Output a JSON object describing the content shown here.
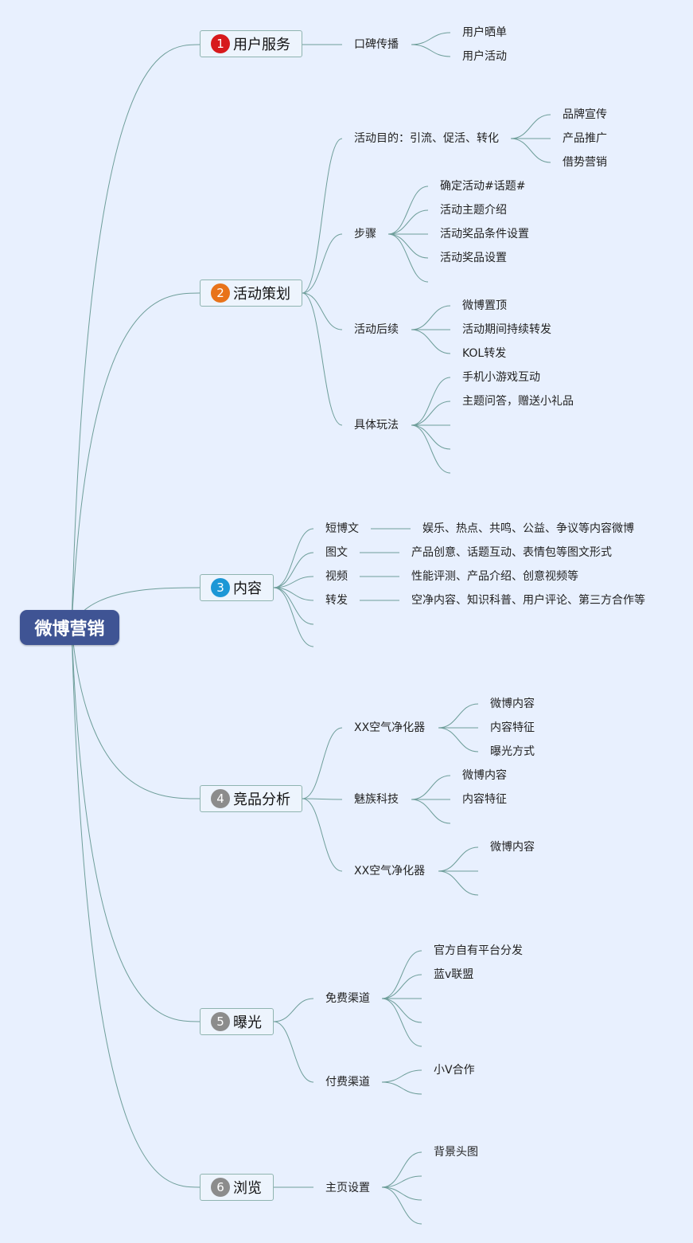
{
  "root": "微博营销",
  "colors": {
    "root_bg": "#3f5494",
    "line": "#6e9e9a",
    "badge_1": "#d7191c",
    "badge_2": "#e8731a",
    "badge_3": "#1d97d6",
    "badge_gray": "#8c8c8c"
  },
  "branches": [
    {
      "num": "1",
      "label": "用户服务"
    },
    {
      "num": "2",
      "label": "活动策划"
    },
    {
      "num": "3",
      "label": "内容"
    },
    {
      "num": "4",
      "label": "竞品分析"
    },
    {
      "num": "5",
      "label": "曝光"
    },
    {
      "num": "6",
      "label": "浏览"
    }
  ],
  "b1": {
    "word_of_mouth": "口碑传播",
    "items": [
      "用户晒单",
      "用户活动"
    ]
  },
  "b2": {
    "purpose": "活动目的：引流、促活、转化",
    "purpose_items": [
      "品牌宣传",
      "产品推广",
      "借势营销"
    ],
    "steps": "步骤",
    "steps_items": [
      "确定活动#话题#",
      "活动主题介绍",
      "活动奖品条件设置",
      "活动奖品设置"
    ],
    "followup": "活动后续",
    "followup_items": [
      "微博置顶",
      "活动期间持续转发",
      "KOL转发"
    ],
    "gameplay": "具体玩法",
    "gameplay_items": [
      "手机小游戏互动",
      "主题问答，赠送小礼品"
    ]
  },
  "b3": {
    "rows": [
      {
        "type": "短博文",
        "desc": "娱乐、热点、共鸣、公益、争议等内容微博"
      },
      {
        "type": "图文",
        "desc": "产品创意、话题互动、表情包等图文形式"
      },
      {
        "type": "视频",
        "desc": "性能评测、产品介绍、创意视频等"
      },
      {
        "type": "转发",
        "desc": "空净内容、知识科普、用户评论、第三方合作等"
      }
    ]
  },
  "b4": {
    "c1": "XX空气净化器",
    "c1_items": [
      "微博内容",
      "内容特征",
      "曝光方式"
    ],
    "c2": "魅族科技",
    "c2_items": [
      "微博内容",
      "内容特征"
    ],
    "c3": "XX空气净化器",
    "c3_items": [
      "微博内容"
    ]
  },
  "b5": {
    "free": "免费渠道",
    "free_items": [
      "官方自有平台分发",
      "蓝v联盟"
    ],
    "paid": "付费渠道",
    "paid_items": [
      "小V合作"
    ]
  },
  "b6": {
    "home": "主页设置",
    "home_items": [
      "背景头图"
    ]
  }
}
